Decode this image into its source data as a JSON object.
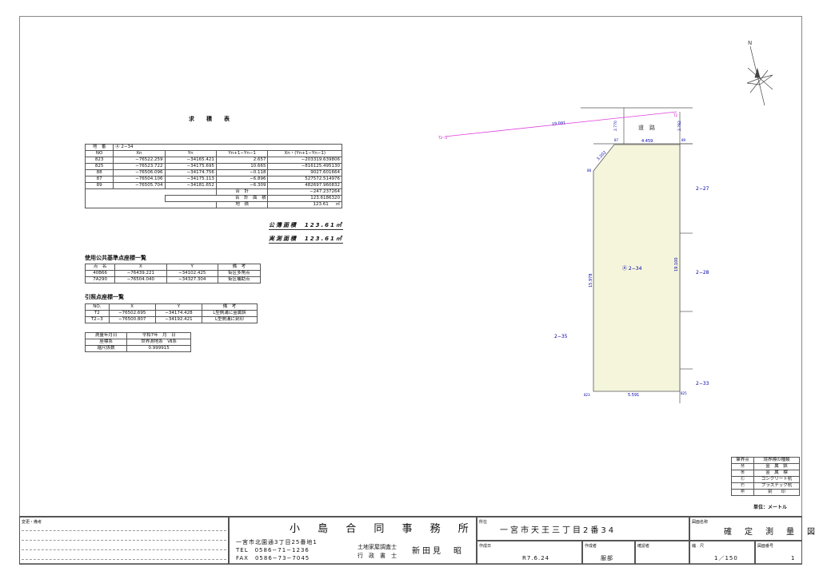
{
  "area_table": {
    "title": "求　積　表",
    "parcel_label": "地　番",
    "parcel_value": "Ⓐ 2−34",
    "headers": [
      "NO",
      "Xn",
      "Yn",
      "Yn+1−Yn−1",
      "Xn・(Yn+1−Yn−1)"
    ],
    "rows": [
      [
        "823",
        "−76522.259",
        "−34165.421",
        "2.657",
        "−203319.639806"
      ],
      [
        "825",
        "−76523.722",
        "−34175.695",
        "10.665",
        "−816125.495130"
      ],
      [
        "88",
        "−76506.096",
        "−34174.756",
        "−0.118",
        "9027.601664"
      ],
      [
        "87",
        "−76504.106",
        "−34175.113",
        "−6.896",
        "527572.514976"
      ],
      [
        "89",
        "−76505.704",
        "−34181.652",
        "−6.309",
        "482697.960832"
      ]
    ],
    "sum_label": "合　計",
    "sum_value": "−247.237264",
    "total_label": "合　計　面　積",
    "total_value": "123.6186320",
    "area_label": "地　積",
    "area_value": "123.61",
    "area_unit": "㎡"
  },
  "areas": [
    {
      "label": "公簿面積",
      "value": "123.61㎡"
    },
    {
      "label": "実測面積",
      "value": "123.61㎡"
    }
  ],
  "public_points": {
    "title": "使用公共基準点座標一覧",
    "headers": [
      "点　名",
      "X",
      "Y",
      "備　考"
    ],
    "rows": [
      [
        "40B66",
        "−76439.221",
        "−34102.425",
        "街区多角点"
      ],
      [
        "7A290",
        "−76504.040",
        "−34327.304",
        "街区補助点"
      ]
    ]
  },
  "ref_points": {
    "title": "引照点座標一覧",
    "headers": [
      "NO.",
      "X",
      "Y",
      "備　考"
    ],
    "rows": [
      [
        "T2",
        "−76502.695",
        "−34174.428",
        "L型側溝に金属鋲"
      ],
      [
        "T2−3",
        "−76500.807",
        "−34192.421",
        "L型側溝に刻印"
      ]
    ]
  },
  "survey_info": {
    "rows": [
      [
        "測量年月日",
        "令和7年　月　日"
      ],
      [
        "座標系",
        "世界測地系　Ⅶ系"
      ],
      [
        "縮尺係数",
        "0.999915"
      ]
    ]
  },
  "drawing": {
    "north": "N",
    "parcel": "Ⓐ 2−34",
    "neighbors": [
      "2−27",
      "2−28",
      "2−33",
      "2−35"
    ],
    "road": "道　路",
    "points": [
      "T2",
      "T2−3",
      "87",
      "88",
      "89",
      "823",
      "825"
    ],
    "dims": {
      "reftie": "19.091",
      "top": "4.459",
      "diag": "3.202",
      "left": "15.978",
      "right": "19.100",
      "bottom": "5.591",
      "leftside": "2.770",
      "rightside": "2.782"
    }
  },
  "legend": {
    "headers": [
      "筆界点",
      "境界標の種類"
    ],
    "rows": [
      [
        "Ⓜ",
        "金　属　鋲"
      ],
      [
        "㊎",
        "金　属　標"
      ],
      [
        "Ⓒ",
        "コンクリート杭"
      ],
      [
        "Ⓟ",
        "プラスチック杭"
      ],
      [
        "㊞",
        "刻　　印"
      ]
    ],
    "unit": "単位：メートル"
  },
  "title_block": {
    "remarks_label": "変更・備考",
    "office": "小 島 合 同 事 務 所",
    "address": "一宮市北園通3丁目25番地1",
    "tel": "TEL　0586−71−1236",
    "fax": "FAX　0586−73−7045",
    "qual1": "土地家屋調査士",
    "qual2": "行　政　書　士",
    "person": "新田見　昭",
    "location_label": "所在",
    "location": "一宮市天王三丁目2番34",
    "created_label": "作成日",
    "created": "R7.6.24",
    "author_label": "作成者",
    "author": "服部",
    "checker_label": "確認者",
    "drawing_name_label": "図面名称",
    "drawing_name": "確　定　測　量　図",
    "scale_label": "縮　尺",
    "scale": "1／150",
    "sheet_no_label": "図面番号",
    "sheet_no": "1"
  }
}
